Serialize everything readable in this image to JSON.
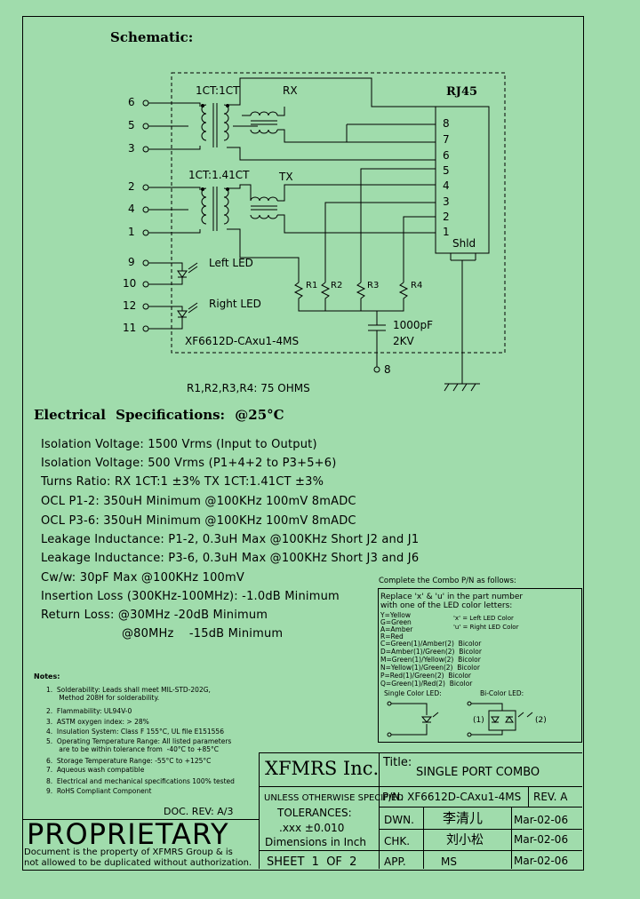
{
  "schematic": {
    "title": "Schematic:",
    "transformer_rx_ratio": "1CT:1CT",
    "transformer_rx_label": "RX",
    "transformer_tx_ratio": "1CT:1.41CT",
    "transformer_tx_label": "TX",
    "connector_label": "RJ45",
    "connector_pins": [
      "8",
      "7",
      "6",
      "5",
      "4",
      "3",
      "2",
      "1"
    ],
    "shield_label": "Shld",
    "left_pins_top": [
      "6",
      "5",
      "3"
    ],
    "left_pins_mid": [
      "2",
      "4",
      "1"
    ],
    "led_pins": [
      "9",
      "10",
      "12",
      "11"
    ],
    "left_led_label": "Left LED",
    "right_led_label": "Right LED",
    "resistors": [
      "R1",
      "R2",
      "R3",
      "R4"
    ],
    "cap_value": "1000pF",
    "cap_voltage": "2KV",
    "part_label": "XF6612D-CAxu1-4MS",
    "ground_pin": "8",
    "resistor_note": "R1,R2,R3,R4: 75 OHMS"
  },
  "electrical": {
    "title": "Electrical   Specifications: @25°C",
    "lines": [
      "Isolation Voltage:  1500 Vrms (Input to Output)",
      "Isolation Voltage:  500 Vrms (P1+4+2 to P3+5+6)",
      "Turns Ratio:  RX  1CT:1  ±3%  TX  1CT:1.41CT  ±3%",
      "OCL  P1-2:  350uH Minimum  @100KHz  100mV  8mADC",
      "OCL  P3-6:  350uH Minimum  @100KHz  100mV  8mADC",
      "Leakage Inductance:   P1-2,  0.3uH Max @100KHz  Short  J2  and  J1",
      "Leakage Inductance:   P3-6,  0.3uH Max @100KHz  Short  J3  and  J6",
      "Cw/w:  30pF Max @100KHz 100mV",
      "Insertion Loss (300KHz-100MHz):  -1.0dB Minimum",
      "Return Loss:  @30MHz    -20dB Minimum",
      "                     @80MHz    -15dB Minimum"
    ]
  },
  "notes": {
    "title": "Notes:",
    "lines": [
      "1.  Solderability: Leads shall meet MIL-STD-202G,",
      "      Method 208H for solderability.",
      "2.  Flammability: UL94V-0",
      "3.  ASTM oxygen index: > 28%",
      "4.  Insulation System: Class F 155°C, UL file E151556",
      "5.  Operating Temperature Range: All listed parameters",
      "      are to be within tolerance from  -40°C to +85°C",
      "6.  Storage Temperature Range: -55°C to +125°C",
      "7.  Aqueous wash compatible",
      "8.  Electrical and mechanical specifications 100% tested",
      "9.  RoHS Compliant Component"
    ]
  },
  "combo": {
    "title": "Complete the Combo P/N as follows:",
    "intro": [
      "Replace 'x' & 'u' in the part number",
      "with one of the LED color letters:"
    ],
    "colors": [
      "Y=Yellow",
      "G=Green",
      "A=Amber",
      "R=Red",
      "C=Green(1)/Amber(2)  Bicolor",
      "D=Amber(1)/Green(2)  Bicolor",
      "M=Green(1)/Yellow(2)  Bicolor",
      "N=Yellow(1)/Green(2)  Bicolor",
      "P=Red(1)/Green(2)  Bicolor",
      "Q=Green(1)/Red(2)  Bicolor"
    ],
    "x_note": "'x' = Left LED Color",
    "u_note": "'u' = Right LED Color",
    "single_label": "Single Color LED:",
    "bi_label": "Bi-Color LED:",
    "bi_1": "(1)",
    "bi_2": "(2)"
  },
  "title_block": {
    "company": "XFMRS Inc.",
    "title_label": "Title:",
    "title_value": "SINGLE PORT COMBO",
    "tolerance_1": "UNLESS OTHERWISE SPECIFIED",
    "tolerance_2": "TOLERANCES:",
    "tolerance_3": ".xxx  ±0.010",
    "tolerance_4": "Dimensions  in  Inch",
    "pn": "P/N:  XF6612D-CAxu1-4MS",
    "rev": "REV. A",
    "dwn_label": "DWN.",
    "dwn_name": "李清儿",
    "dwn_date": "Mar-02-06",
    "chk_label": "CHK.",
    "chk_name": "刘小松",
    "chk_date": "Mar-02-06",
    "app_label": "APP.",
    "app_name": "MS",
    "app_date": "Mar-02-06",
    "sheet": "SHEET  1  OF  2",
    "doc_rev": "DOC. REV: A/3",
    "proprietary": "PROPRIETARY",
    "prop_line_1": "Document is the property of XFMRS Group & is",
    "prop_line_2": "not allowed to be duplicated without authorization."
  }
}
